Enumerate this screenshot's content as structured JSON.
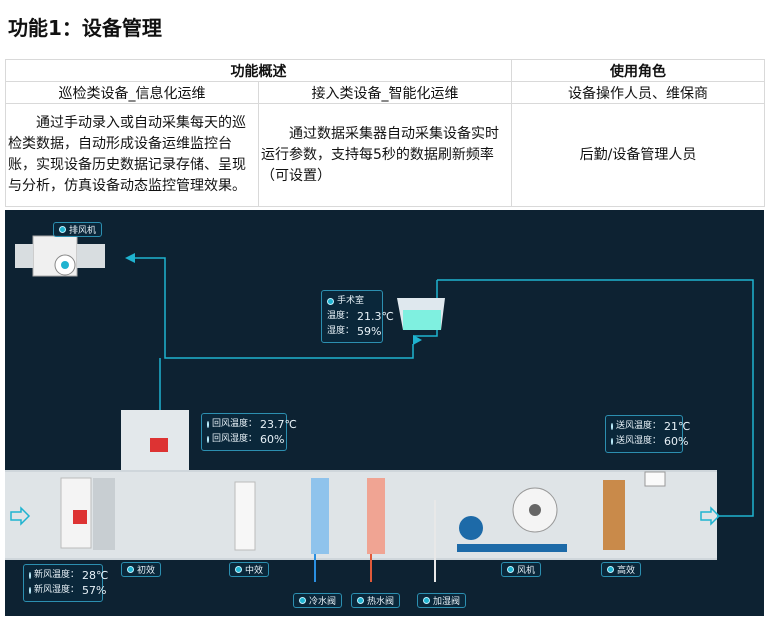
{
  "page": {
    "title": "功能1：设备管理"
  },
  "overview": {
    "header_overview": "功能概述",
    "header_roles": "使用角色",
    "col1_title": "巡检类设备_信息化运维",
    "col2_title": "接入类设备_智能化运维",
    "col3_title": "设备操作人员、维保商",
    "col1_text": "通过手动录入或自动采集每天的巡检类数据，自动形成设备运维监控台账，实现设备历史数据记录存储、呈现与分析，仿真设备动态监控管理效果。",
    "col2_text": "通过数据采集器自动采集设备实时运行参数，支持每5秒的数据刷新频率（可设置）",
    "col3_text": "后勤/设备管理人员"
  },
  "diagram": {
    "exhaust_fan": "排风机",
    "operating_room": {
      "name": "手术室",
      "temp_label": "温度：",
      "temp_value": "21.3℃",
      "hum_label": "湿度：",
      "hum_value": "59%"
    },
    "return_air": {
      "temp_label": "回风温度：",
      "temp_value": "23.7℃",
      "hum_label": "回风湿度：",
      "hum_value": "60%"
    },
    "supply_air": {
      "temp_label": "送风温度：",
      "temp_value": "21℃",
      "hum_label": "送风湿度：",
      "hum_value": "60%"
    },
    "fresh_air": {
      "temp_label": "新风温度：",
      "temp_value": "28℃",
      "hum_label": "新风湿度：",
      "hum_value": "57%"
    },
    "labels": {
      "primary_filter": "初效",
      "medium_filter": "中效",
      "cold_valve": "冷水阀",
      "hot_valve": "热水阀",
      "humidifier_valve": "加湿阀",
      "fan": "风机",
      "hepa_filter": "高效"
    },
    "colors": {
      "background": "#0d2232",
      "duct": "#1fb3d0",
      "cold": "#2a8fe0",
      "hot": "#e05a3a"
    }
  }
}
